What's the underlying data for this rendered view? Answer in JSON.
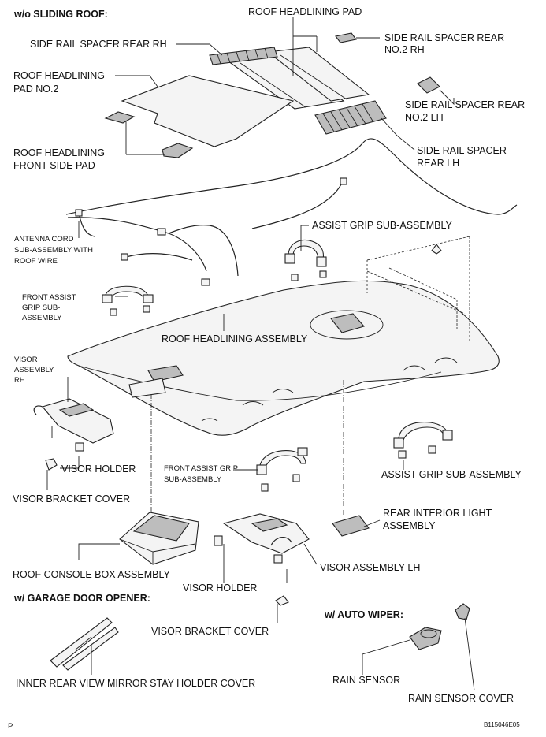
{
  "sections": {
    "sliding_roof": "w/o SLIDING ROOF:",
    "garage_door": "w/ GARAGE DOOR OPENER:",
    "auto_wiper": "w/ AUTO WIPER:"
  },
  "labels": {
    "roof_headlining_pad": "ROOF HEADLINING PAD",
    "side_rail_spacer_rear_rh": "SIDE RAIL SPACER REAR RH",
    "side_rail_spacer_rear_no2_rh_1": "SIDE RAIL SPACER REAR",
    "side_rail_spacer_rear_no2_rh_2": "NO.2 RH",
    "roof_headlining_pad_no2_1": "ROOF HEADLINING",
    "roof_headlining_pad_no2_2": "PAD NO.2",
    "side_rail_spacer_rear_no2_lh_1": "SIDE RAIL SPACER REAR",
    "side_rail_spacer_rear_no2_lh_2": "NO.2 LH",
    "roof_headlining_front_side_pad_1": "ROOF HEADLINING",
    "roof_headlining_front_side_pad_2": "FRONT SIDE PAD",
    "side_rail_spacer_rear_lh_1": "SIDE RAIL SPACER",
    "side_rail_spacer_rear_lh_2": "REAR LH",
    "assist_grip_top": "ASSIST GRIP SUB-ASSEMBLY",
    "antenna_cord_1": "ANTENNA CORD",
    "antenna_cord_2": "SUB-ASSEMBLY WITH",
    "antenna_cord_3": "ROOF WIRE",
    "front_assist_grip_left_1": "FRONT ASSIST",
    "front_assist_grip_left_2": "GRIP SUB-",
    "front_assist_grip_left_3": "ASSEMBLY",
    "roof_headlining_assembly": "ROOF HEADLINING ASSEMBLY",
    "visor_assembly_rh_1": "VISOR",
    "visor_assembly_rh_2": "ASSEMBLY",
    "visor_assembly_rh_3": "RH",
    "visor_holder_left": "VISOR HOLDER",
    "front_assist_grip_mid_1": "FRONT ASSIST GRIP",
    "front_assist_grip_mid_2": "SUB-ASSEMBLY",
    "assist_grip_right": "ASSIST GRIP SUB-ASSEMBLY",
    "visor_bracket_cover_left": "VISOR BRACKET COVER",
    "rear_interior_light_1": "REAR INTERIOR LIGHT",
    "rear_interior_light_2": "ASSEMBLY",
    "roof_console_box": "ROOF CONSOLE BOX ASSEMBLY",
    "visor_assembly_lh": "VISOR ASSEMBLY LH",
    "visor_holder_mid": "VISOR HOLDER",
    "visor_bracket_cover_mid": "VISOR BRACKET COVER",
    "inner_rear_view_mirror": "INNER REAR VIEW MIRROR STAY HOLDER COVER",
    "rain_sensor": "RAIN SENSOR",
    "rain_sensor_cover": "RAIN SENSOR COVER"
  },
  "footer": {
    "page_marker": "P",
    "figure_code": "B115046E05"
  }
}
